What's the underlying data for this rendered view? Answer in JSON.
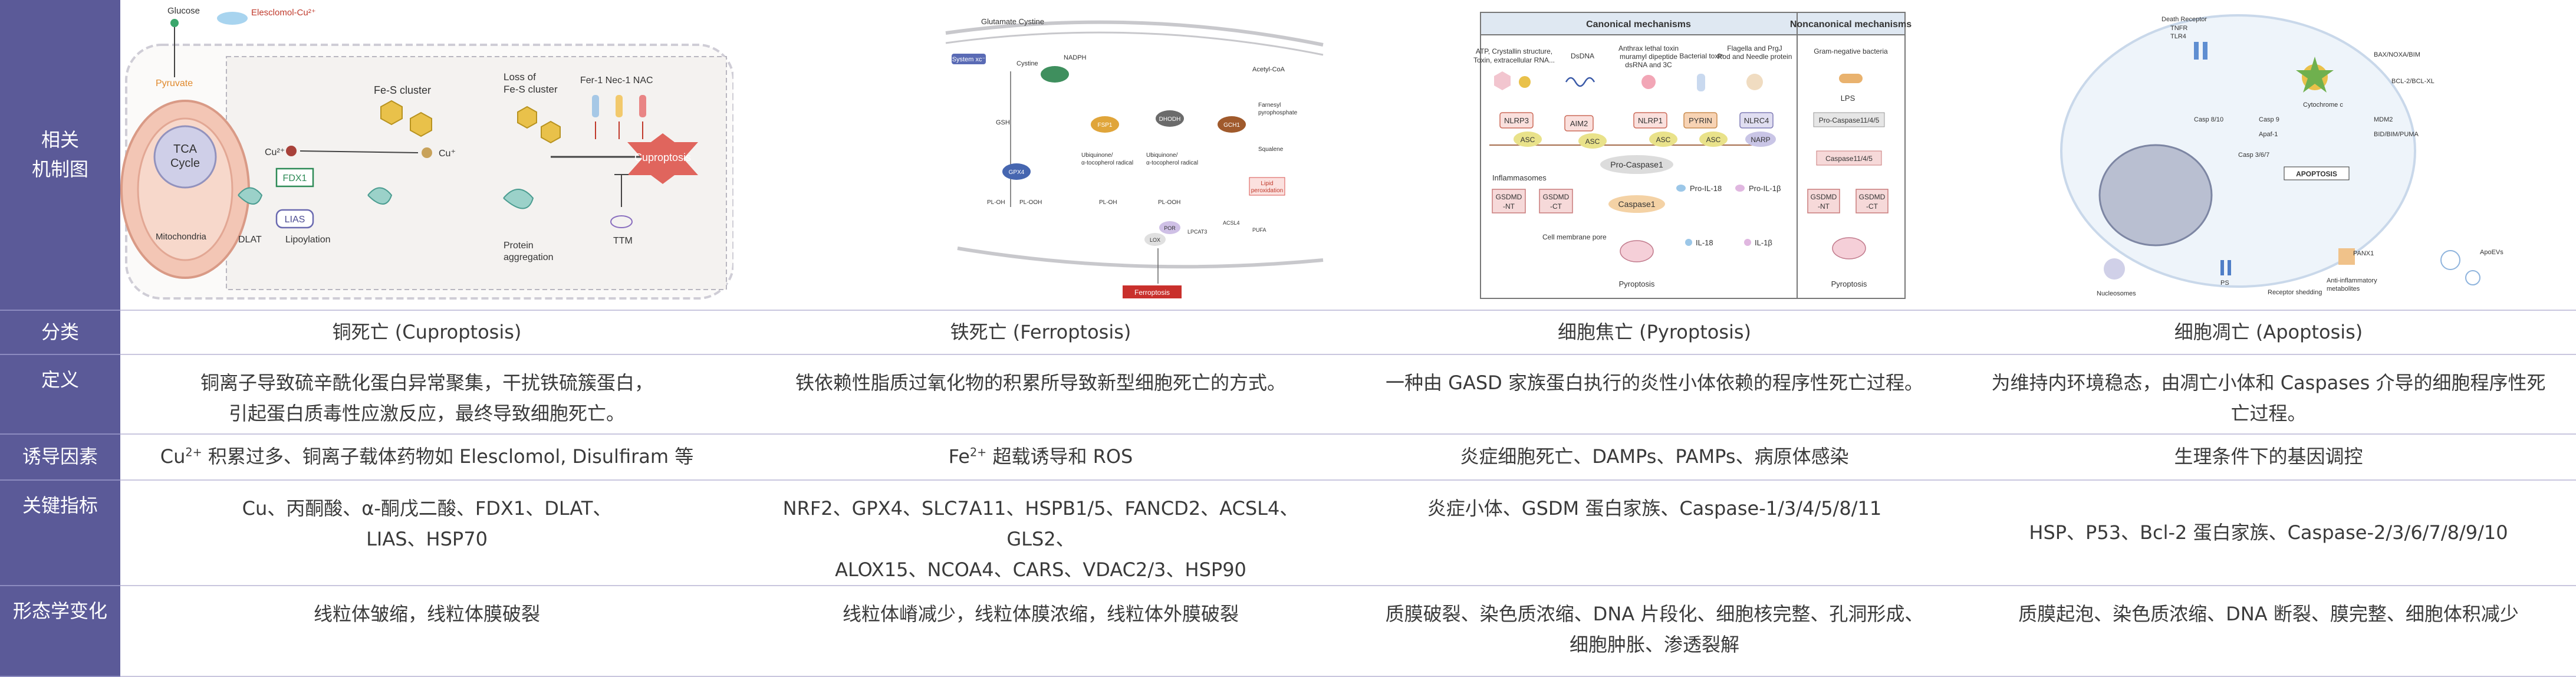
{
  "row_headers": {
    "mechanism": "相关\n机制图",
    "category": "分类",
    "definition": "定义",
    "inducers": "诱导因素",
    "markers": "关键指标",
    "morphology": "形态学变化"
  },
  "columns": [
    {
      "category": "铜死亡 (Cuproptosis)",
      "definition": "铜离子导致硫辛酰化蛋白异常聚集，干扰铁硫簇蛋白，\n引起蛋白质毒性应激反应，最终导致细胞死亡。",
      "inducers_pre": "Cu",
      "inducers_sup": "2+",
      "inducers_post": " 积累过多、铜离子载体药物如 Elesclomol, Disulfiram 等",
      "markers": "Cu、丙酮酸、α-酮戊二酸、FDX1、DLAT、\nLIAS、HSP70",
      "morphology": "线粒体皱缩，线粒体膜破裂"
    },
    {
      "category": "铁死亡 (Ferroptosis)",
      "definition": "铁依赖性脂质过氧化物的积累所导致新型细胞死亡的方式。",
      "inducers_pre": "Fe",
      "inducers_sup": "2+",
      "inducers_post": " 超载诱导和 ROS",
      "markers": "NRF2、GPX4、SLC7A11、HSPB1/5、FANCD2、ACSL4、GLS2、\nALOX15、NCOA4、CARS、VDAC2/3、HSP90",
      "morphology": "线粒体嵴减少，线粒体膜浓缩，线粒体外膜破裂"
    },
    {
      "category": "细胞焦亡 (Pyroptosis)",
      "definition": "一种由 GASD 家族蛋白执行的炎性小体依赖的程序性死亡过程。",
      "inducers_pre": "炎症细胞死亡、DAMPs、PAMPs、病原体感染",
      "inducers_sup": "",
      "inducers_post": "",
      "markers": "炎症小体、GSDM 蛋白家族、Caspase-1/3/4/5/8/11",
      "morphology": "质膜破裂、染色质浓缩、DNA 片段化、细胞核完整、孔洞形成、\n细胞肿胀、渗透裂解"
    },
    {
      "category": "细胞凋亡 (Apoptosis)",
      "definition": "为维持内环境稳态，由凋亡小体和 Caspases 介导的细胞程序性死亡过程。",
      "inducers_pre": "生理条件下的基因调控",
      "inducers_sup": "",
      "inducers_post": "",
      "markers": "HSP、P53、Bcl-2 蛋白家族、Caspase-2/3/6/7/8/9/10",
      "morphology": "质膜起泡、染色质浓缩、DNA 断裂、膜完整、细胞体积减少"
    }
  ],
  "diagrams": {
    "cuproptosis": {
      "glucose": "Glucose",
      "elesclomol": "Elesclomol-Cu²⁺",
      "pyruvate": "Pyruvate",
      "tca": "TCA\nCycle",
      "mitochondria": "Mitochondria",
      "fes_cluster": "Fe-S cluster",
      "loss_fes": "Loss of\nFe-S cluster",
      "fer_nec": "Fer-1  Nec-1  NAC",
      "cu2": "Cu²⁺",
      "cu": "Cu⁺",
      "fdx1": "FDX1",
      "lias": "LIAS",
      "dlat": "DLAT",
      "lipoylation": "Lipoylation",
      "protein_aggregation": "Protein\naggregation",
      "ttm": "TTM",
      "cuproptosis": "Cuproptosis"
    },
    "ferroptosis": {
      "glutamate_cystine": "Glutamate Cystine",
      "system_xc": "System xc⁻",
      "cystine": "Cystine",
      "nadph": "NADPH",
      "gsh": "GSH",
      "gpx4": "GPX4",
      "fsp1": "FSP1",
      "dhodh": "DHODH",
      "gch1": "GCH1",
      "ubiquinol": "Ubiquinone/\nα-tocopherol radical",
      "acetyl_coa": "Acetyl-CoA",
      "farnesyl": "Farnesyl\npyrophosphate",
      "squalene": "Squalene",
      "lipid_perox": "Lipid\nperoxidation",
      "pl_oh": "PL-OH",
      "pl_ooh": "PL-OOH",
      "por": "POR",
      "lox": "LOX",
      "lpcat3": "LPCAT3",
      "acsl4": "ACSL4",
      "pufa": "PUFA",
      "ferroptosis": "Ferroptosis"
    },
    "pyroptosis": {
      "canonical": "Canonical mechanisms",
      "noncanonical": "Noncanonical mechanisms",
      "trig1": "ATP, Crystallin structure,\nToxin, extracellular RNA...",
      "trig2": "DsDNA",
      "trig3": "Anthrax lethal toxin\nmuramyl dipeptide\ndsRNA and 3C",
      "trig4": "Bacterial toxin",
      "trig5": "Flagella and PrgJ\nRod and Needle protein",
      "trig6": "Gram-negative bacteria",
      "nlrp3": "NLRP3",
      "aim2": "AIM2",
      "nlrp1": "NLRP1",
      "pyrin": "PYRIN",
      "nlrc4": "NLRC4",
      "asc": "ASC",
      "narp": "NARP",
      "lps": "LPS",
      "pro_casp1145": "Pro-Caspase11/4/5",
      "casp1145": "Caspase11/4/5",
      "pro_casp1": "Pro-Caspase1",
      "casp1": "Caspase1",
      "inflammasomes": "Inflammasomes",
      "gsdmd_nt": "GSDMD\n-NT",
      "gsdmd_ct": "GSDMD\n-CT",
      "pro_il18": "Pro-IL-18",
      "pro_il1b": "Pro-IL-1β",
      "il18": "IL-18",
      "il1b": "IL-1β",
      "pore": "Cell membrane pore",
      "pyroptosis": "Pyroptosis"
    },
    "apoptosis": {
      "death_receptor": "Death Receptor",
      "tnfr": "TNFR",
      "tlr4": "TLR4",
      "apoptosis": "APOPTOSIS",
      "bax_bak": "BAX/NOXA/BIM",
      "bcl": "BCL-2/BCL-XL",
      "mdm2": "MDM2",
      "p53": "BID/BIM/PUMA",
      "casp8": "Casp 8/10",
      "casp3": "Casp 3/6/7",
      "casp9": "Casp 9",
      "cytc": "Cytochrome c",
      "apaf": "Apaf-1",
      "nucleosomes": "Nucleosomes",
      "receptor_shedding": "Receptor shedding",
      "anti_inflam": "Anti-inflammatory\nmetabolites",
      "apoptotic_bodies": "ApoEVs",
      "pannx1": "PANX1",
      "ps": "PS"
    }
  },
  "colors": {
    "header_bg": "#5b5a98",
    "divider": "#c9c6de",
    "cupro_red": "#e0655d",
    "fdx_green": "#2e8b57"
  }
}
